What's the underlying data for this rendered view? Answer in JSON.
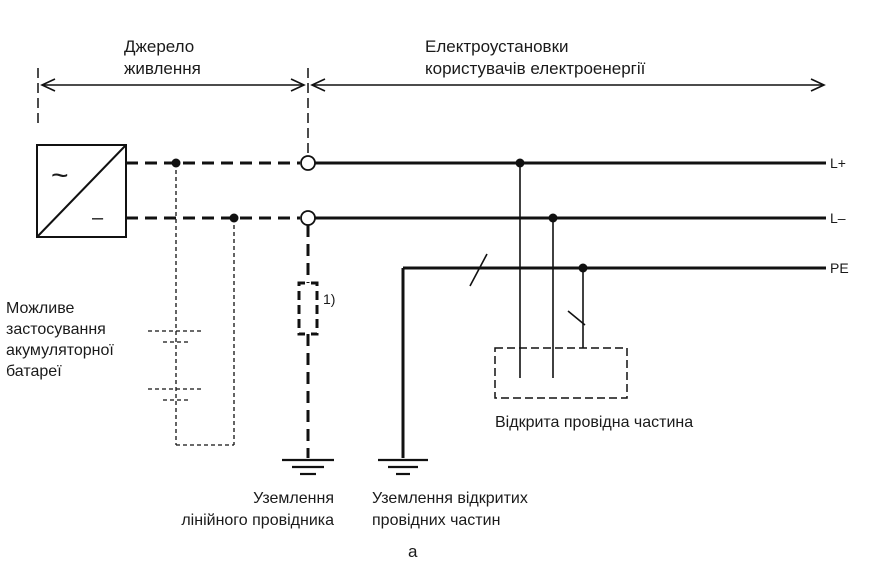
{
  "zones": {
    "source_label_line1": "Джерело",
    "source_label_line2": "живлення",
    "installations_label_line1": "Електроустановки",
    "installations_label_line2": "користувачів електроенергії"
  },
  "converter": {
    "ac_symbol": "~",
    "dc_symbol": "–"
  },
  "conductors": {
    "positive": "L+",
    "negative": "L–",
    "protective": "PE"
  },
  "footnote_mark": "1)",
  "battery_note": {
    "line1": "Можливе",
    "line2": "застосування",
    "line3": "акумуляторної",
    "line4": "батареї"
  },
  "exposed_part_label": "Відкрита провідна частина",
  "line_grounding": {
    "line1": "Уземлення",
    "line2": "лінійного провідника"
  },
  "exposed_grounding": {
    "line1": "Уземлення відкритих",
    "line2": "провідних частин"
  },
  "figure_label": "а"
}
